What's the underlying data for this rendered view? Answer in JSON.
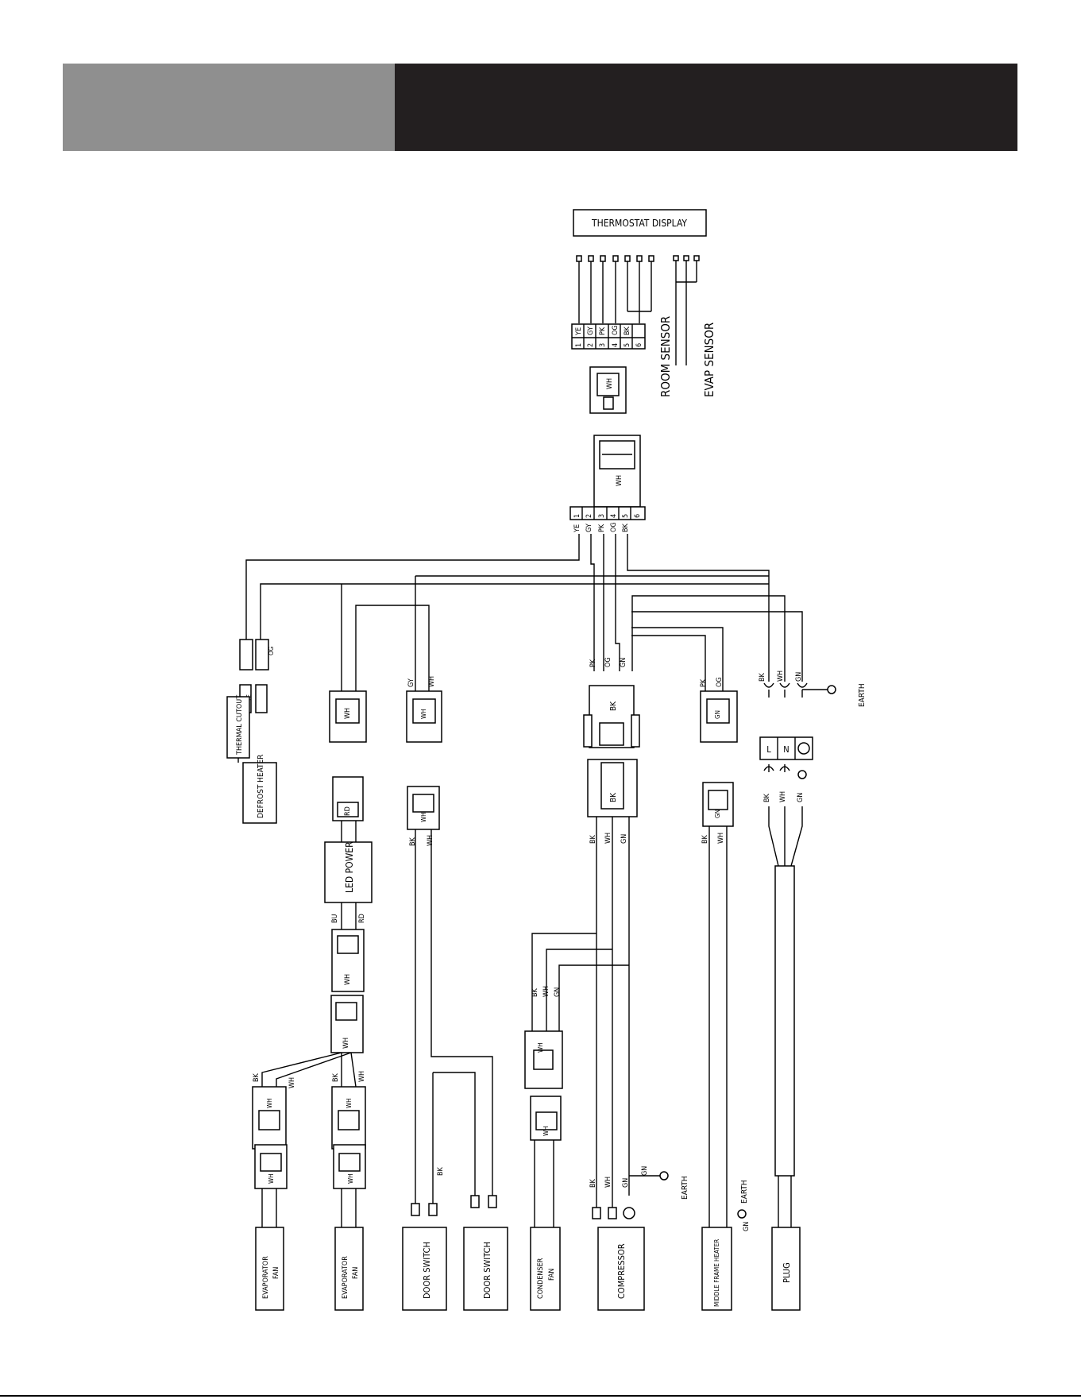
{
  "header": {
    "left_color": "#8f8f8f",
    "right_color": "#231f20"
  },
  "display": {
    "title": "THERMOSTAT DISPLAY"
  },
  "sensors": {
    "room": "ROOM SENSOR",
    "evap": "EVAP SENSOR"
  },
  "terminal_pins": [
    "1",
    "2",
    "3",
    "4",
    "5",
    "6"
  ],
  "terminal_colors": [
    "YE",
    "GY",
    "PK",
    "OG",
    "BK"
  ],
  "connector_labels": {
    "wh": "WH",
    "rd": "RD",
    "bk": "BK",
    "gn": "GN",
    "bu": "BU",
    "og": "OG",
    "gy": "GY",
    "pk": "PK",
    "ye": "YE"
  },
  "components": {
    "defrost_heater": "DEFROST HEATER",
    "thermal_cutout": "THERMAL CUTOUT",
    "led_power": "LED POWER",
    "evaporator_fan_1": [
      "EVAPORATOR",
      "FAN"
    ],
    "evaporator_fan_2": [
      "EVAPORATOR",
      "FAN"
    ],
    "door_switch_1": "DOOR SWITCH",
    "door_switch_2": "DOOR SWITCH",
    "condenser_fan": [
      "CONDENSER",
      "FAN"
    ],
    "compressor": "COMPRESSOR",
    "middle_frame_heater": "MIDDLE FRAME HEATER",
    "plug": "PLUG"
  },
  "power_block": {
    "l": "L",
    "n": "N"
  },
  "earth": {
    "top": "EARTH",
    "compressor": "EARTH",
    "heater": "EARTH"
  }
}
